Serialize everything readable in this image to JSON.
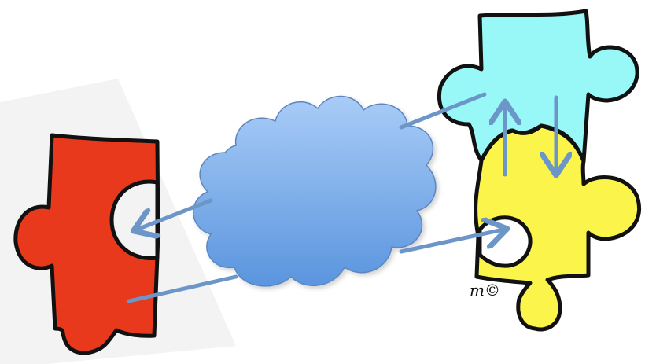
{
  "diagram": {
    "signature": "m©",
    "colors": {
      "red_piece": "#e8391d",
      "cyan_piece": "#98f8f8",
      "yellow_piece": "#fbf44a",
      "cloud_top": "#a9ccf7",
      "cloud_bottom": "#5a95de",
      "arrow": "#6c96c8",
      "outline": "#111111"
    },
    "elements": [
      "red-puzzle-piece",
      "cloud",
      "cyan-puzzle-piece",
      "yellow-puzzle-piece"
    ]
  }
}
